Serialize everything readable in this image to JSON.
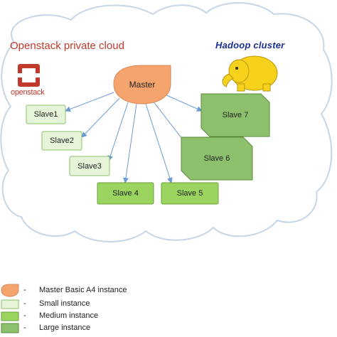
{
  "title": "Openstack private cloud",
  "hadoop_label": "Hadoop cluster",
  "openstack_logo_text": "openstack",
  "nodes": {
    "master": "Master",
    "slave1": "Slave1",
    "slave2": "Slave2",
    "slave3": "Slave3",
    "slave4": "Slave 4",
    "slave5": "Slave 5",
    "slave6": "Slave 6",
    "slave7": "Slave 7"
  },
  "legend": [
    {
      "label": "Master Basic A4 instance",
      "color": "#f4a46c"
    },
    {
      "label": "Small instance",
      "color": "#e6f4d9"
    },
    {
      "label": "Medium instance",
      "color": "#9bd45f"
    },
    {
      "label": "Large instance",
      "color": "#8dc06c"
    }
  ],
  "colors": {
    "cloud_stroke": "#c7d6e6",
    "arrow": "#6b9bd2",
    "openstack_red": "#c0392b",
    "hadoop_yellow": "#f7d21c"
  }
}
